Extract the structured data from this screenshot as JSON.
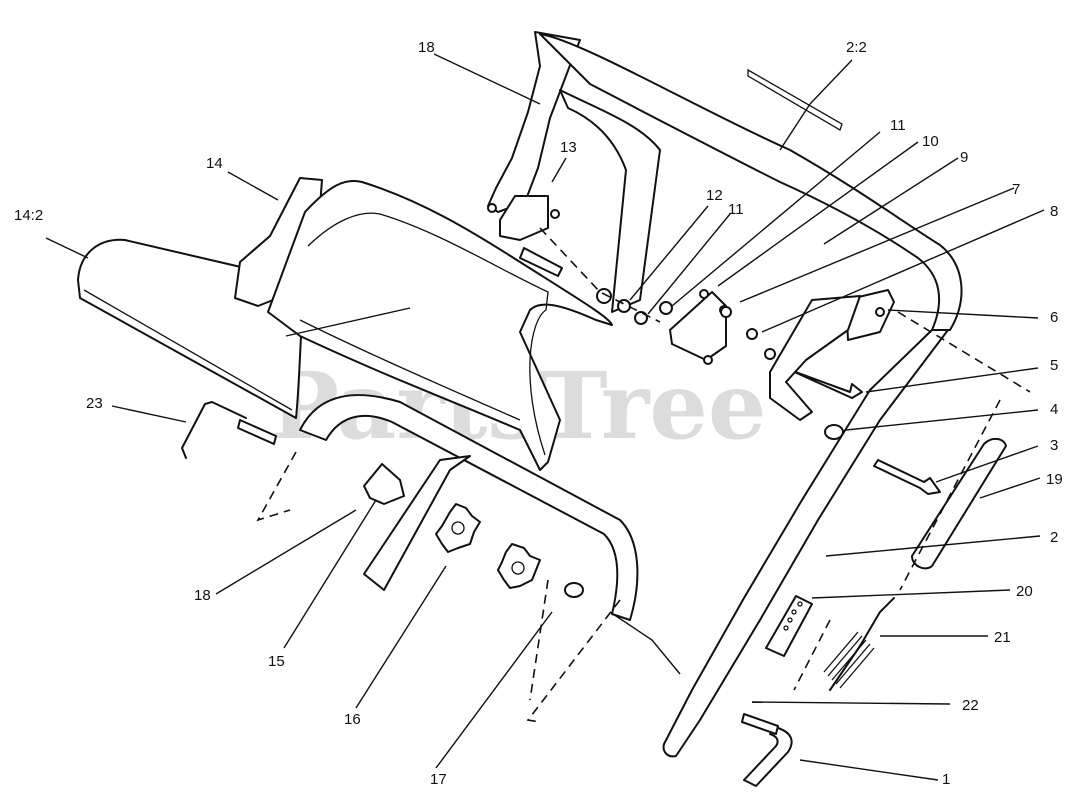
{
  "watermark": "PartsTree",
  "callouts": {
    "c1": "1",
    "c2": "2",
    "c3": "3",
    "c4": "4",
    "c5": "5",
    "c6": "6",
    "c7": "7",
    "c8": "8",
    "c9": "9",
    "c10": "10",
    "c11a": "11",
    "c11b": "11",
    "c12": "12",
    "c13": "13",
    "c14": "14",
    "c14_2": "14:2",
    "c15": "15",
    "c16": "16",
    "c17": "17",
    "c18a": "18",
    "c18b": "18",
    "c19": "19",
    "c20": "20",
    "c21": "21",
    "c22": "22",
    "c23": "23",
    "c2_2": "2:2"
  }
}
